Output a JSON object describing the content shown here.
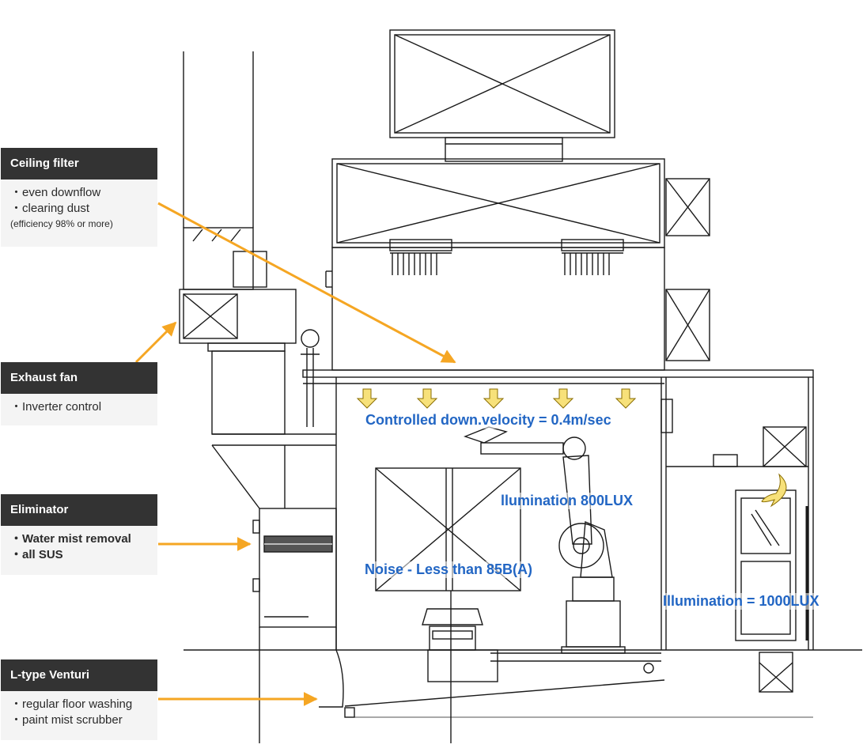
{
  "colors": {
    "arrow": "#f5a623",
    "label_blue": "#2266c4",
    "title_bg": "#333333",
    "body_bg": "#f4f4f4",
    "line": "#1a1a1a"
  },
  "callouts": [
    {
      "title": "Ceiling filter",
      "lines": [
        "・even downflow",
        "・clearing dust",
        "(efficiency 98% or more)"
      ]
    },
    {
      "title": "Exhaust fan",
      "lines": [
        "・Inverter control"
      ]
    },
    {
      "title": "Eliminator",
      "lines": [
        "・Water mist removal",
        "・all SUS"
      ]
    },
    {
      "title": "L-type Venturi",
      "lines": [
        "・regular floor washing",
        "・paint mist scrubber"
      ]
    }
  ],
  "labels": {
    "velocity": "Controlled down.velocity = 0.4m/sec",
    "illum_booth": "llumination 800LUX",
    "noise": "Noise - Less than 85B(A)",
    "illum_side": "Illumination = 1000LUX"
  }
}
